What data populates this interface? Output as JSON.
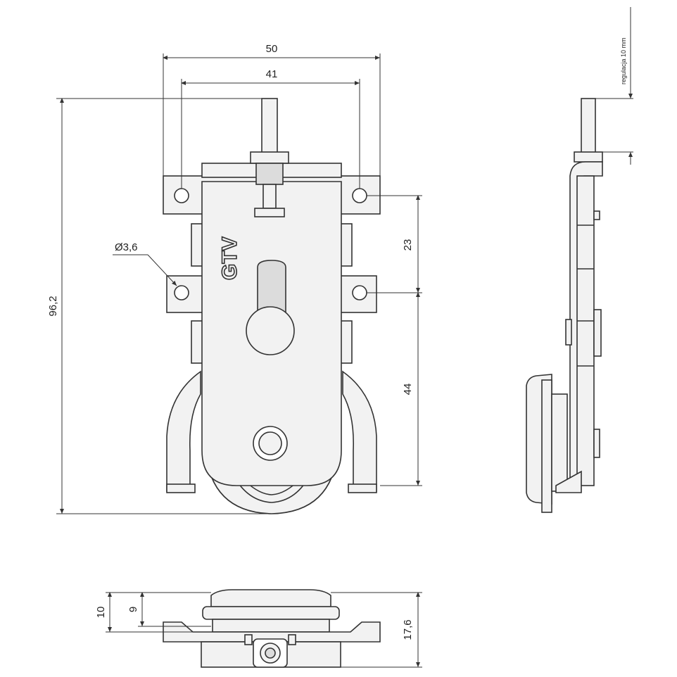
{
  "drawing": {
    "logo_text": "GTV",
    "front_view": {
      "dim_overall_width": "50",
      "dim_hole_spacing": "41",
      "dim_overall_height": "96,2",
      "dim_hole_diameter": "Ø3,6",
      "dim_upper_hole_distance": "23",
      "dim_lower_distance": "44"
    },
    "side_view": {
      "dim_adjustment": "regulacja 10 mm"
    },
    "bottom_view": {
      "dim_a": "10",
      "dim_b": "9",
      "dim_depth": "17,6"
    }
  }
}
